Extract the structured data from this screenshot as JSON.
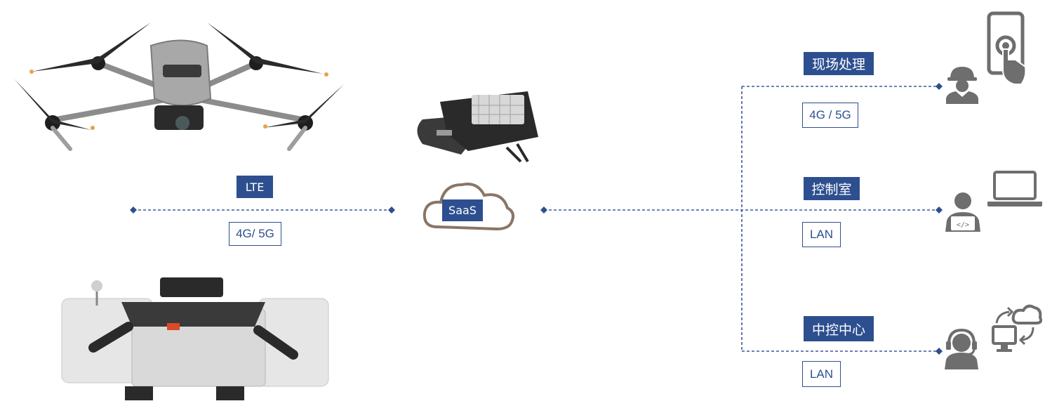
{
  "links": {
    "left": {
      "top_label": "LTE",
      "bottom_label": "4G/ 5G"
    },
    "hub": {
      "label": "SaaS"
    },
    "right": [
      {
        "top_label": "现场处理",
        "bottom_label": "4G / 5G"
      },
      {
        "top_label": "控制室",
        "bottom_label": "LAN"
      },
      {
        "top_label": "中控中心",
        "bottom_label": "LAN"
      }
    ]
  },
  "colors": {
    "accent": "#2d4f8f",
    "line": "#3a5a9a",
    "icon_gray": "#6e6e6e",
    "cloud_brown": "#8a7566"
  },
  "icons": [
    "drone-image",
    "docking-station-image",
    "edge-device-image",
    "cloud-icon",
    "field-worker-icon",
    "touch-phone-icon",
    "developer-icon",
    "laptop-icon",
    "operator-headset-icon",
    "cloud-sync-icon"
  ]
}
